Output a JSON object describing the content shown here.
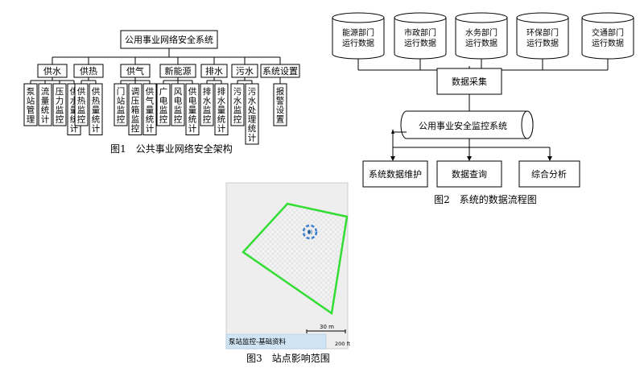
{
  "fig1": {
    "root": "公用事业网络安全系统",
    "categories": [
      {
        "label": "供水",
        "children": [
          "泵站管理",
          "流量统计",
          "压力监控",
          "供水量统计"
        ]
      },
      {
        "label": "供热",
        "children": [
          "供热监控",
          "供热量统计"
        ]
      },
      {
        "label": "供气",
        "children": [
          "门站监控",
          "调压箱监控",
          "供气量统计"
        ]
      },
      {
        "label": "新能源",
        "children": [
          "广电监控",
          "风电监控",
          "供电量统计"
        ]
      },
      {
        "label": "排水",
        "children": [
          "排水监控",
          "排水量统计"
        ]
      },
      {
        "label": "污水",
        "children": [
          "污水监控",
          "污水处理统计"
        ]
      },
      {
        "label": "系统设置",
        "children": [
          "报警设置"
        ]
      }
    ],
    "caption": "图1　公共事业网络安全架构"
  },
  "fig2": {
    "sources": [
      [
        "能源部门",
        "运行数据"
      ],
      [
        "市政部门",
        "运行数据"
      ],
      [
        "水务部门",
        "运行数据"
      ],
      [
        "环保部门",
        "运行数据"
      ],
      [
        "交通部门",
        "运行数据"
      ]
    ],
    "collect": "数据采集",
    "system": "公用事业安全监控系统",
    "outputs": [
      "系统数据维护",
      "数据查询",
      "综合分析"
    ],
    "caption": "图2　系统的数据流程图"
  },
  "fig3": {
    "scale_top": "30 m",
    "scale_bottom": "200 ft",
    "status_label": "泵站监控-基础资料",
    "caption": "图3　站点影响范围",
    "colors": {
      "boundary": "#33dd33",
      "marker": "#3a7fd0",
      "map_bg": "#eeeeee",
      "status_bg": "#cfe4f5"
    }
  }
}
